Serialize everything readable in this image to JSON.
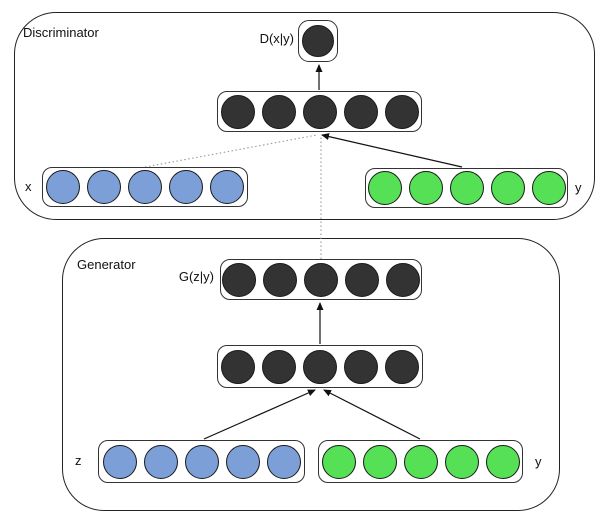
{
  "diagram": {
    "discriminator": {
      "label": "Discriminator",
      "output": {
        "label": "D(x|y)",
        "units": 1
      },
      "hidden": {
        "units": 5
      },
      "input_x": {
        "label": "x",
        "units": 5
      },
      "input_y": {
        "label": "y",
        "units": 5
      }
    },
    "generator": {
      "label": "Generator",
      "output": {
        "label": "G(z|y)",
        "units": 5
      },
      "hidden": {
        "units": 5
      },
      "input_z": {
        "label": "z",
        "units": 5
      },
      "input_y": {
        "label": "y",
        "units": 5
      }
    },
    "colors": {
      "dark_unit": "#333333",
      "blue_unit": "#7d9fd8",
      "green_unit": "#55e055",
      "unit_outline": "#1a1a1a",
      "solid_line": "#111111",
      "dotted_line": "#999999",
      "box_border": "#222222"
    }
  }
}
